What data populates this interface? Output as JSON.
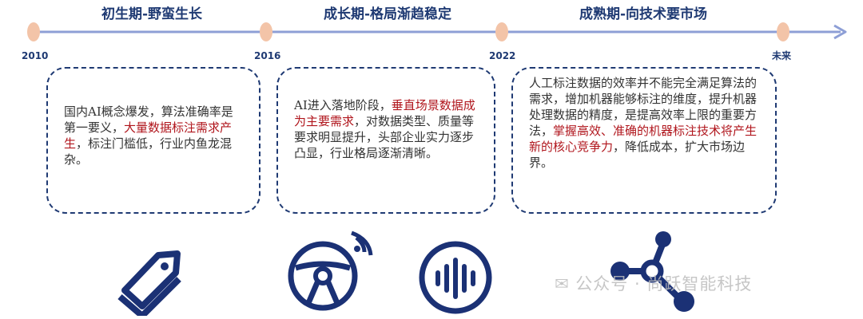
{
  "phases": [
    {
      "title": "初生期-野蛮生长"
    },
    {
      "title": "成长期-格局渐趋稳定"
    },
    {
      "title": "成熟期-向技术要市场"
    }
  ],
  "years": [
    "2010",
    "2016",
    "2022",
    "未来"
  ],
  "cards": [
    {
      "segments": [
        {
          "text": "国内AI概念爆发，算法准确率是第一要义，",
          "highlight": false
        },
        {
          "text": "大量数据标注需求产生",
          "highlight": true
        },
        {
          "text": "，标注门槛低，行业内鱼龙混杂。",
          "highlight": false
        }
      ]
    },
    {
      "segments": [
        {
          "text": "AI进入落地阶段，",
          "highlight": false
        },
        {
          "text": "垂直场景数据成为主要需求",
          "highlight": true
        },
        {
          "text": "，对数据类型、质量等要求明显提升，头部企业实力逐步凸显，行业格局逐渐清晰。",
          "highlight": false
        }
      ]
    },
    {
      "segments": [
        {
          "text": "人工标注数据的效率并不能完全满足算法的需求，增加机器能够标注的维度，提升机器处理数据的精度，是提高效率上限的重要方法，",
          "highlight": false
        },
        {
          "text": "掌握高效、准确的机器标注技术将产生新的核心竞争力",
          "highlight": true
        },
        {
          "text": "，降低成本，扩大市场边界。",
          "highlight": false
        }
      ]
    }
  ],
  "icons": [
    "tag-icon",
    "steering-wheel-icon",
    "voice-wave-icon",
    "molecule-network-icon"
  ],
  "watermark": {
    "text": "公众号 · 尚跃智能科技"
  },
  "colors": {
    "navy": "#1f3a73",
    "icon": "#1b3175",
    "highlight": "#b0151c",
    "node": "#f3c4a8",
    "line": "#8e9fd6"
  }
}
